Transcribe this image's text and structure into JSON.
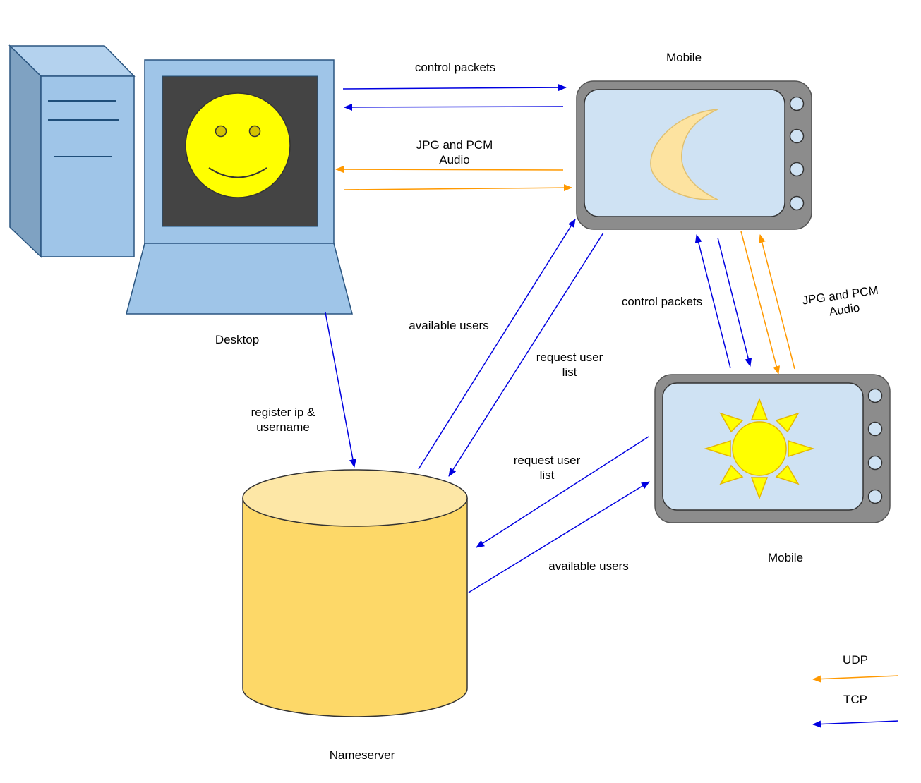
{
  "nodes": {
    "desktop": "Desktop",
    "mobile_top": "Mobile",
    "mobile_bottom": "Mobile",
    "nameserver": "Nameserver"
  },
  "edges": {
    "control_packets_top": "control packets",
    "jpg_pcm_top_line1": "JPG and PCM",
    "jpg_pcm_top_line2": "Audio",
    "available_users_mid": "available users",
    "request_user_list_mid_line1": "request user",
    "request_user_list_mid_line2": "list",
    "register_line1": "register ip &",
    "register_line2": "username",
    "control_packets_right": "control packets",
    "jpg_pcm_right_line1": "JPG and PCM",
    "jpg_pcm_right_line2": "Audio",
    "request_user_list_low_line1": "request user",
    "request_user_list_low_line2": "list",
    "available_users_low": "available users"
  },
  "legend": {
    "udp": "UDP",
    "tcp": "TCP"
  },
  "colors": {
    "tcp": "#0000e0",
    "udp": "#ff9900",
    "device_blue": "#9fc5e8",
    "device_outline": "#1f4e79",
    "tv_frame": "#8c8c8c",
    "tv_screen": "#cfe2f3",
    "db_fill": "#fdd868",
    "db_top": "#fde7a6",
    "smiley": "#ffff00"
  }
}
